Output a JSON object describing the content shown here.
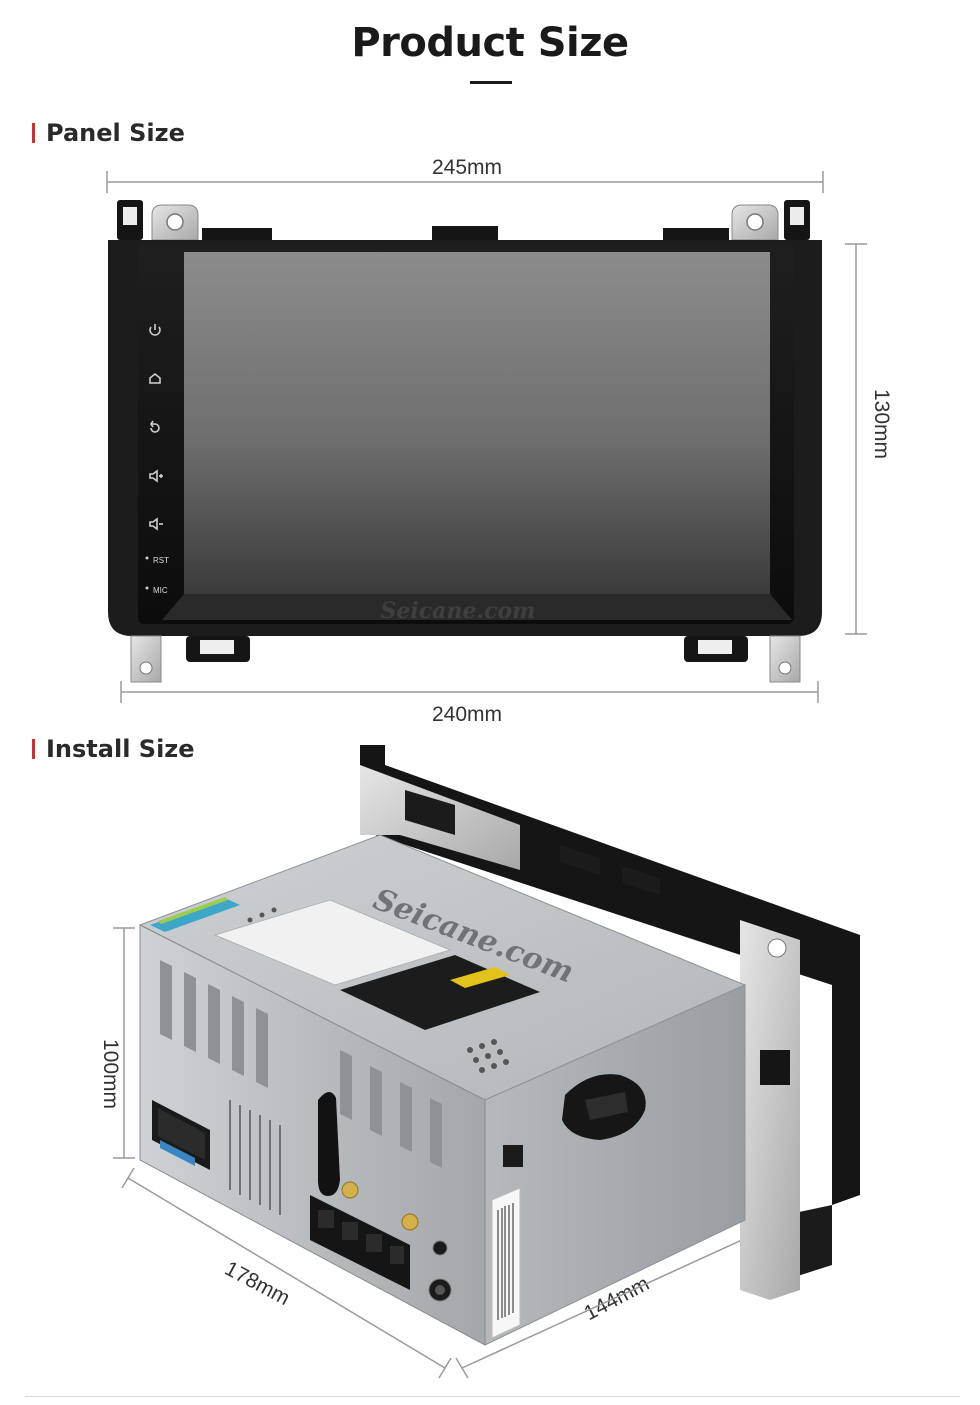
{
  "page": {
    "title": "Product Size"
  },
  "panel_section": {
    "heading": "Panel Size",
    "width_top": "245mm",
    "width_bottom": "240mm",
    "height": "130mm",
    "watermark": "Seicane.com",
    "side_buttons": [
      "RST",
      "MIC"
    ]
  },
  "install_section": {
    "heading": "Install Size",
    "height": "100mm",
    "width": "178mm",
    "depth": "144mm",
    "watermark": "Seicane.com"
  },
  "colors": {
    "accent": "#d42a2a",
    "heading": "#1a1a1a",
    "dimension_line": "#9a9a9a"
  }
}
